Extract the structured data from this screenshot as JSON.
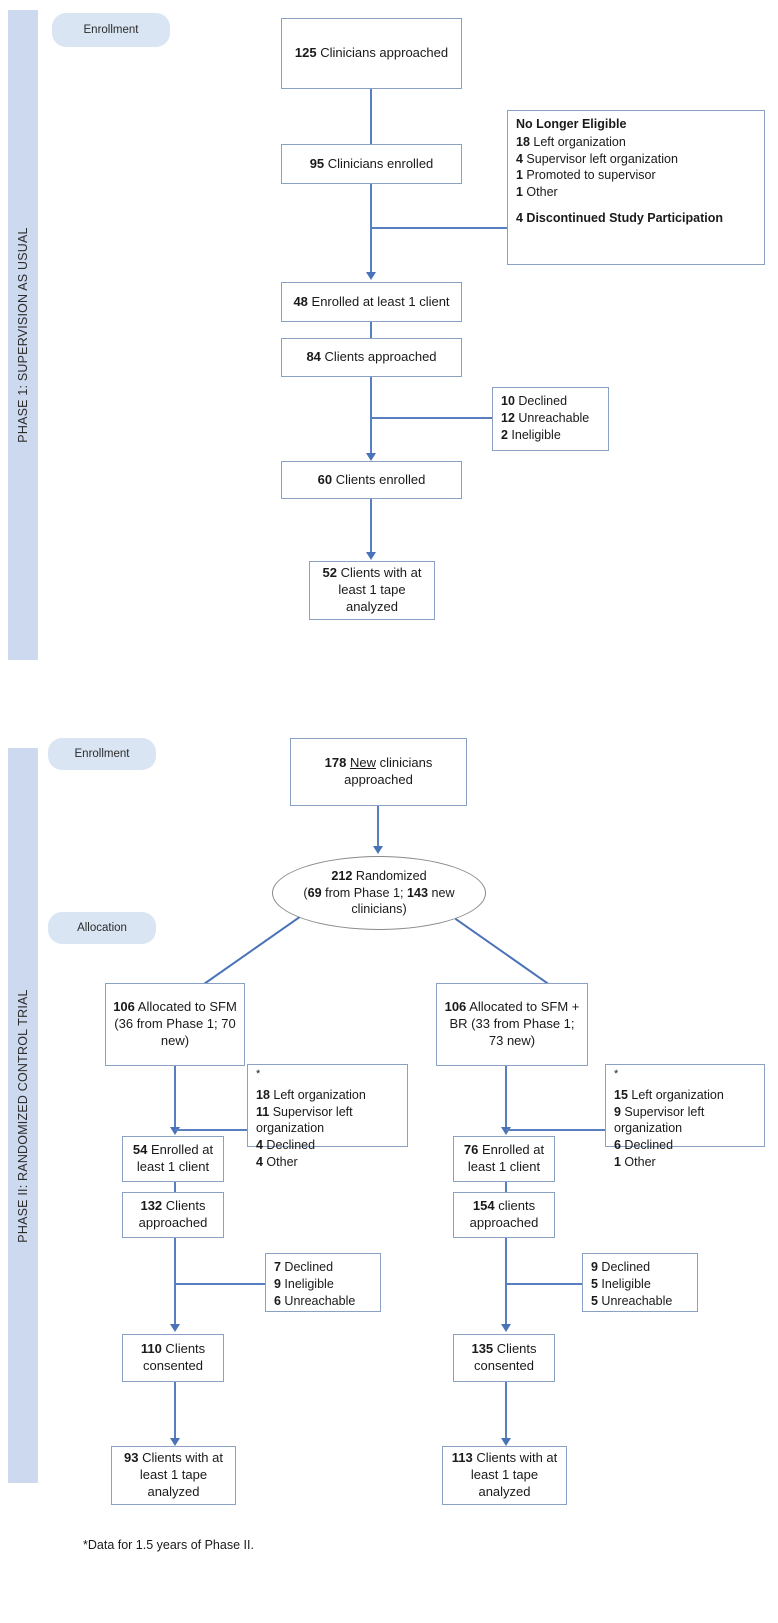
{
  "figure": {
    "type": "consort-flow-diagram",
    "footnote": "*Data for 1.5 years of Phase II."
  },
  "phase1": {
    "band_label": "PHASE 1: SUPERVISION AS USUAL",
    "stage_pill": "Enrollment",
    "boxes": {
      "approached": {
        "n": "125",
        "text": " Clinicians approached"
      },
      "enrolled": {
        "n": "95",
        "text": " Clinicians enrolled"
      },
      "enrolled_client": {
        "n": "48",
        "text": " Enrolled at least 1 client"
      },
      "clients_approached": {
        "n": "84",
        "text": " Clients approached"
      },
      "clients_enrolled": {
        "n": "60",
        "text": " Clients enrolled"
      },
      "tape_analyzed": {
        "n": "52",
        "text": " Clients with at least 1 tape analyzed"
      }
    },
    "exclusion_eligibility": {
      "heading": "No Longer Eligible",
      "items": [
        {
          "n": "18",
          "label": " Left organization"
        },
        {
          "n": "4",
          "label": " Supervisor left organization"
        },
        {
          "n": "1",
          "label": " Promoted to supervisor"
        },
        {
          "n": "1",
          "label": " Other"
        }
      ],
      "footer": "4 Discontinued Study Participation"
    },
    "exclusion_clients": {
      "items": [
        {
          "n": "10",
          "label": " Declined"
        },
        {
          "n": "12",
          "label": " Unreachable"
        },
        {
          "n": "2",
          "label": " Ineligible"
        }
      ]
    }
  },
  "phase2": {
    "band_label": "PHASE II: RANDOMIZED CONTROL TRIAL",
    "stage_pills": {
      "enrollment": "Enrollment",
      "allocation": "Allocation"
    },
    "new_approached": {
      "n": "178",
      "underlined": "New",
      "text": " clinicians approached"
    },
    "randomized": {
      "n": "212",
      "text": " Randomized",
      "detail_pre": "(",
      "detail_n1": "69",
      "detail_mid": " from Phase 1; ",
      "detail_n2": "143",
      "detail_post": " new clinicians)"
    },
    "arm_sfm": {
      "allocated": {
        "n": "106",
        "text": " Allocated to SFM (36 from Phase 1; 70 new)"
      },
      "exclusions": {
        "asterisk": "*",
        "items": [
          {
            "n": "18",
            "label": " Left organization"
          },
          {
            "n": "11",
            "label": " Supervisor left organization"
          },
          {
            "n": "4",
            "label": " Declined"
          },
          {
            "n": "4",
            "label": " Other"
          }
        ]
      },
      "enrolled_client": {
        "n": "54",
        "text": " Enrolled at least 1 client"
      },
      "clients_approached": {
        "n": "132",
        "text": " Clients approached"
      },
      "client_exclusions": {
        "items": [
          {
            "n": "7",
            "label": " Declined"
          },
          {
            "n": "9",
            "label": " Ineligible"
          },
          {
            "n": "6",
            "label": " Unreachable"
          }
        ]
      },
      "clients_consented": {
        "n": "110",
        "text": " Clients consented"
      },
      "tape_analyzed": {
        "n": "93",
        "text": " Clients with at least 1 tape analyzed"
      }
    },
    "arm_sfm_br": {
      "allocated": {
        "n": "106",
        "text": " Allocated to SFM + BR (33 from Phase 1; 73 new)"
      },
      "exclusions": {
        "asterisk": "*",
        "items": [
          {
            "n": "15",
            "label": " Left organization"
          },
          {
            "n": "9",
            "label": " Supervisor left organization"
          },
          {
            "n": "6",
            "label": " Declined"
          },
          {
            "n": "1",
            "label": " Other"
          }
        ]
      },
      "enrolled_client": {
        "n": "76",
        "text": " Enrolled at least 1 client"
      },
      "clients_approached": {
        "n": "154",
        "text": " clients approached"
      },
      "client_exclusions": {
        "items": [
          {
            "n": "9",
            "label": " Declined"
          },
          {
            "n": "5",
            "label": " Ineligible"
          },
          {
            "n": "5",
            "label": " Unreachable"
          }
        ]
      },
      "clients_consented": {
        "n": "135",
        "text": " Clients consented"
      },
      "tape_analyzed": {
        "n": "113",
        "text": " Clients with at least 1 tape analyzed"
      }
    }
  },
  "colors": {
    "band": "#ccd9ee",
    "pill": "#d9e5f3",
    "connector": "#4a72b8",
    "box_border": "#8aa0c4"
  }
}
